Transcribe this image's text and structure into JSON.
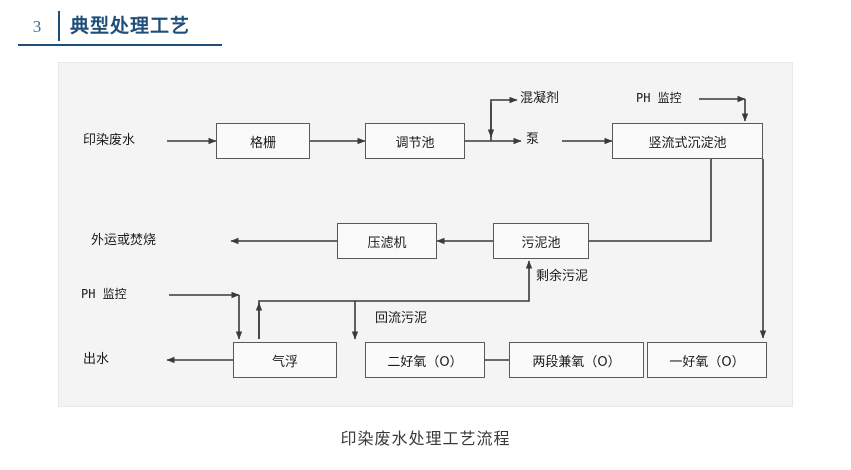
{
  "header": {
    "number": "3",
    "title": "典型处理工艺"
  },
  "diagram": {
    "caption": "印染废水处理工艺流程",
    "boxes": [
      {
        "id": "grille",
        "label": "格栅"
      },
      {
        "id": "regulating",
        "label": "调节池"
      },
      {
        "id": "settling",
        "label": "竖流式沉淀池"
      },
      {
        "id": "filter-press",
        "label": "压滤机"
      },
      {
        "id": "sludge-pool",
        "label": "污泥池"
      },
      {
        "id": "flotation",
        "label": "气浮"
      },
      {
        "id": "aerobic-2",
        "label": "二好氧（O）"
      },
      {
        "id": "facultative-2",
        "label": "两段兼氧（O）"
      },
      {
        "id": "aerobic-1",
        "label": "一好氧（O）"
      }
    ],
    "labels": [
      {
        "id": "influent",
        "text": "印染废水"
      },
      {
        "id": "coagulant",
        "text": "混凝剂"
      },
      {
        "id": "pump",
        "text": "泵"
      },
      {
        "id": "ph-monitor-top",
        "text": "PH 监控"
      },
      {
        "id": "haul-or-burn",
        "text": "外运或焚烧"
      },
      {
        "id": "excess-sludge",
        "text": "剩余污泥"
      },
      {
        "id": "ph-monitor-bot",
        "text": "PH 监控"
      },
      {
        "id": "return-sludge",
        "text": "回流污泥"
      },
      {
        "id": "effluent",
        "text": "出水"
      }
    ]
  },
  "colors": {
    "accent": "#1f4e79",
    "number": "#3f6e91",
    "frame_bg": "#f4f4f4",
    "line": "#3a3a3a",
    "box_border": "#595959"
  }
}
